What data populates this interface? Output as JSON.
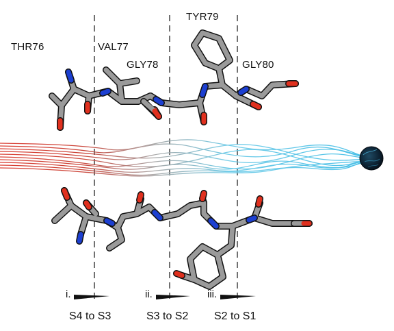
{
  "residues": [
    "THR76",
    "VAL77",
    "GLY78",
    "TYR79",
    "GLY80"
  ],
  "steps": [
    {
      "roman": "i.",
      "label": "S4 to S3"
    },
    {
      "roman": "ii.",
      "label": "S3 to S2"
    },
    {
      "roman": "iii.",
      "label": "S2 to S1"
    }
  ],
  "colors": {
    "carbon": "#9a9a9a",
    "oxygen": "#e0301e",
    "nitrogen": "#1c3fd1",
    "path_start": "#d9352a",
    "path_mid": "#a6a6a6",
    "path_end": "#41bde6",
    "ion": "#0b1a2a"
  }
}
